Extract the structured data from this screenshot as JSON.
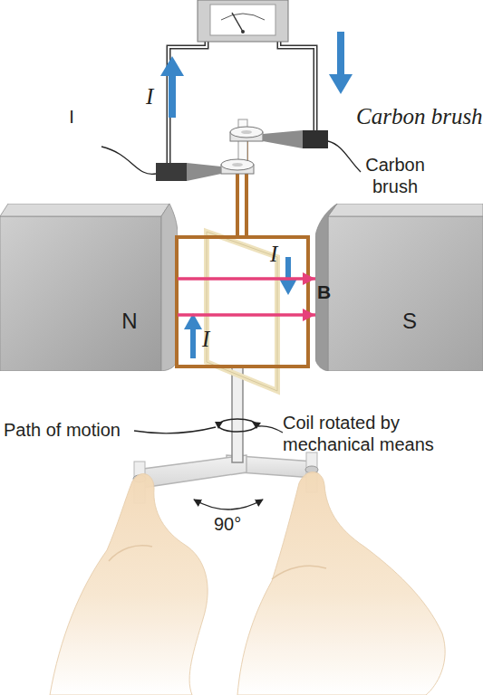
{
  "diagram": {
    "nodes": [
      {
        "text": [
          "N"
        ]
      },
      {
        "text": [
          "S"
        ]
      }
    ],
    "edges": [
      {
        "from": 0,
        "to": 1,
        "arrow": "to",
        "label": "B"
      },
      {
        "from": 0,
        "to": 1,
        "arrow": "to"
      }
    ],
    "labels": [
      "I",
      "I",
      "Carbon brush",
      "Carbon brush",
      "I",
      "I",
      "Path of motion",
      "Coil rotated by mechanical means",
      "90°"
    ]
  }
}
